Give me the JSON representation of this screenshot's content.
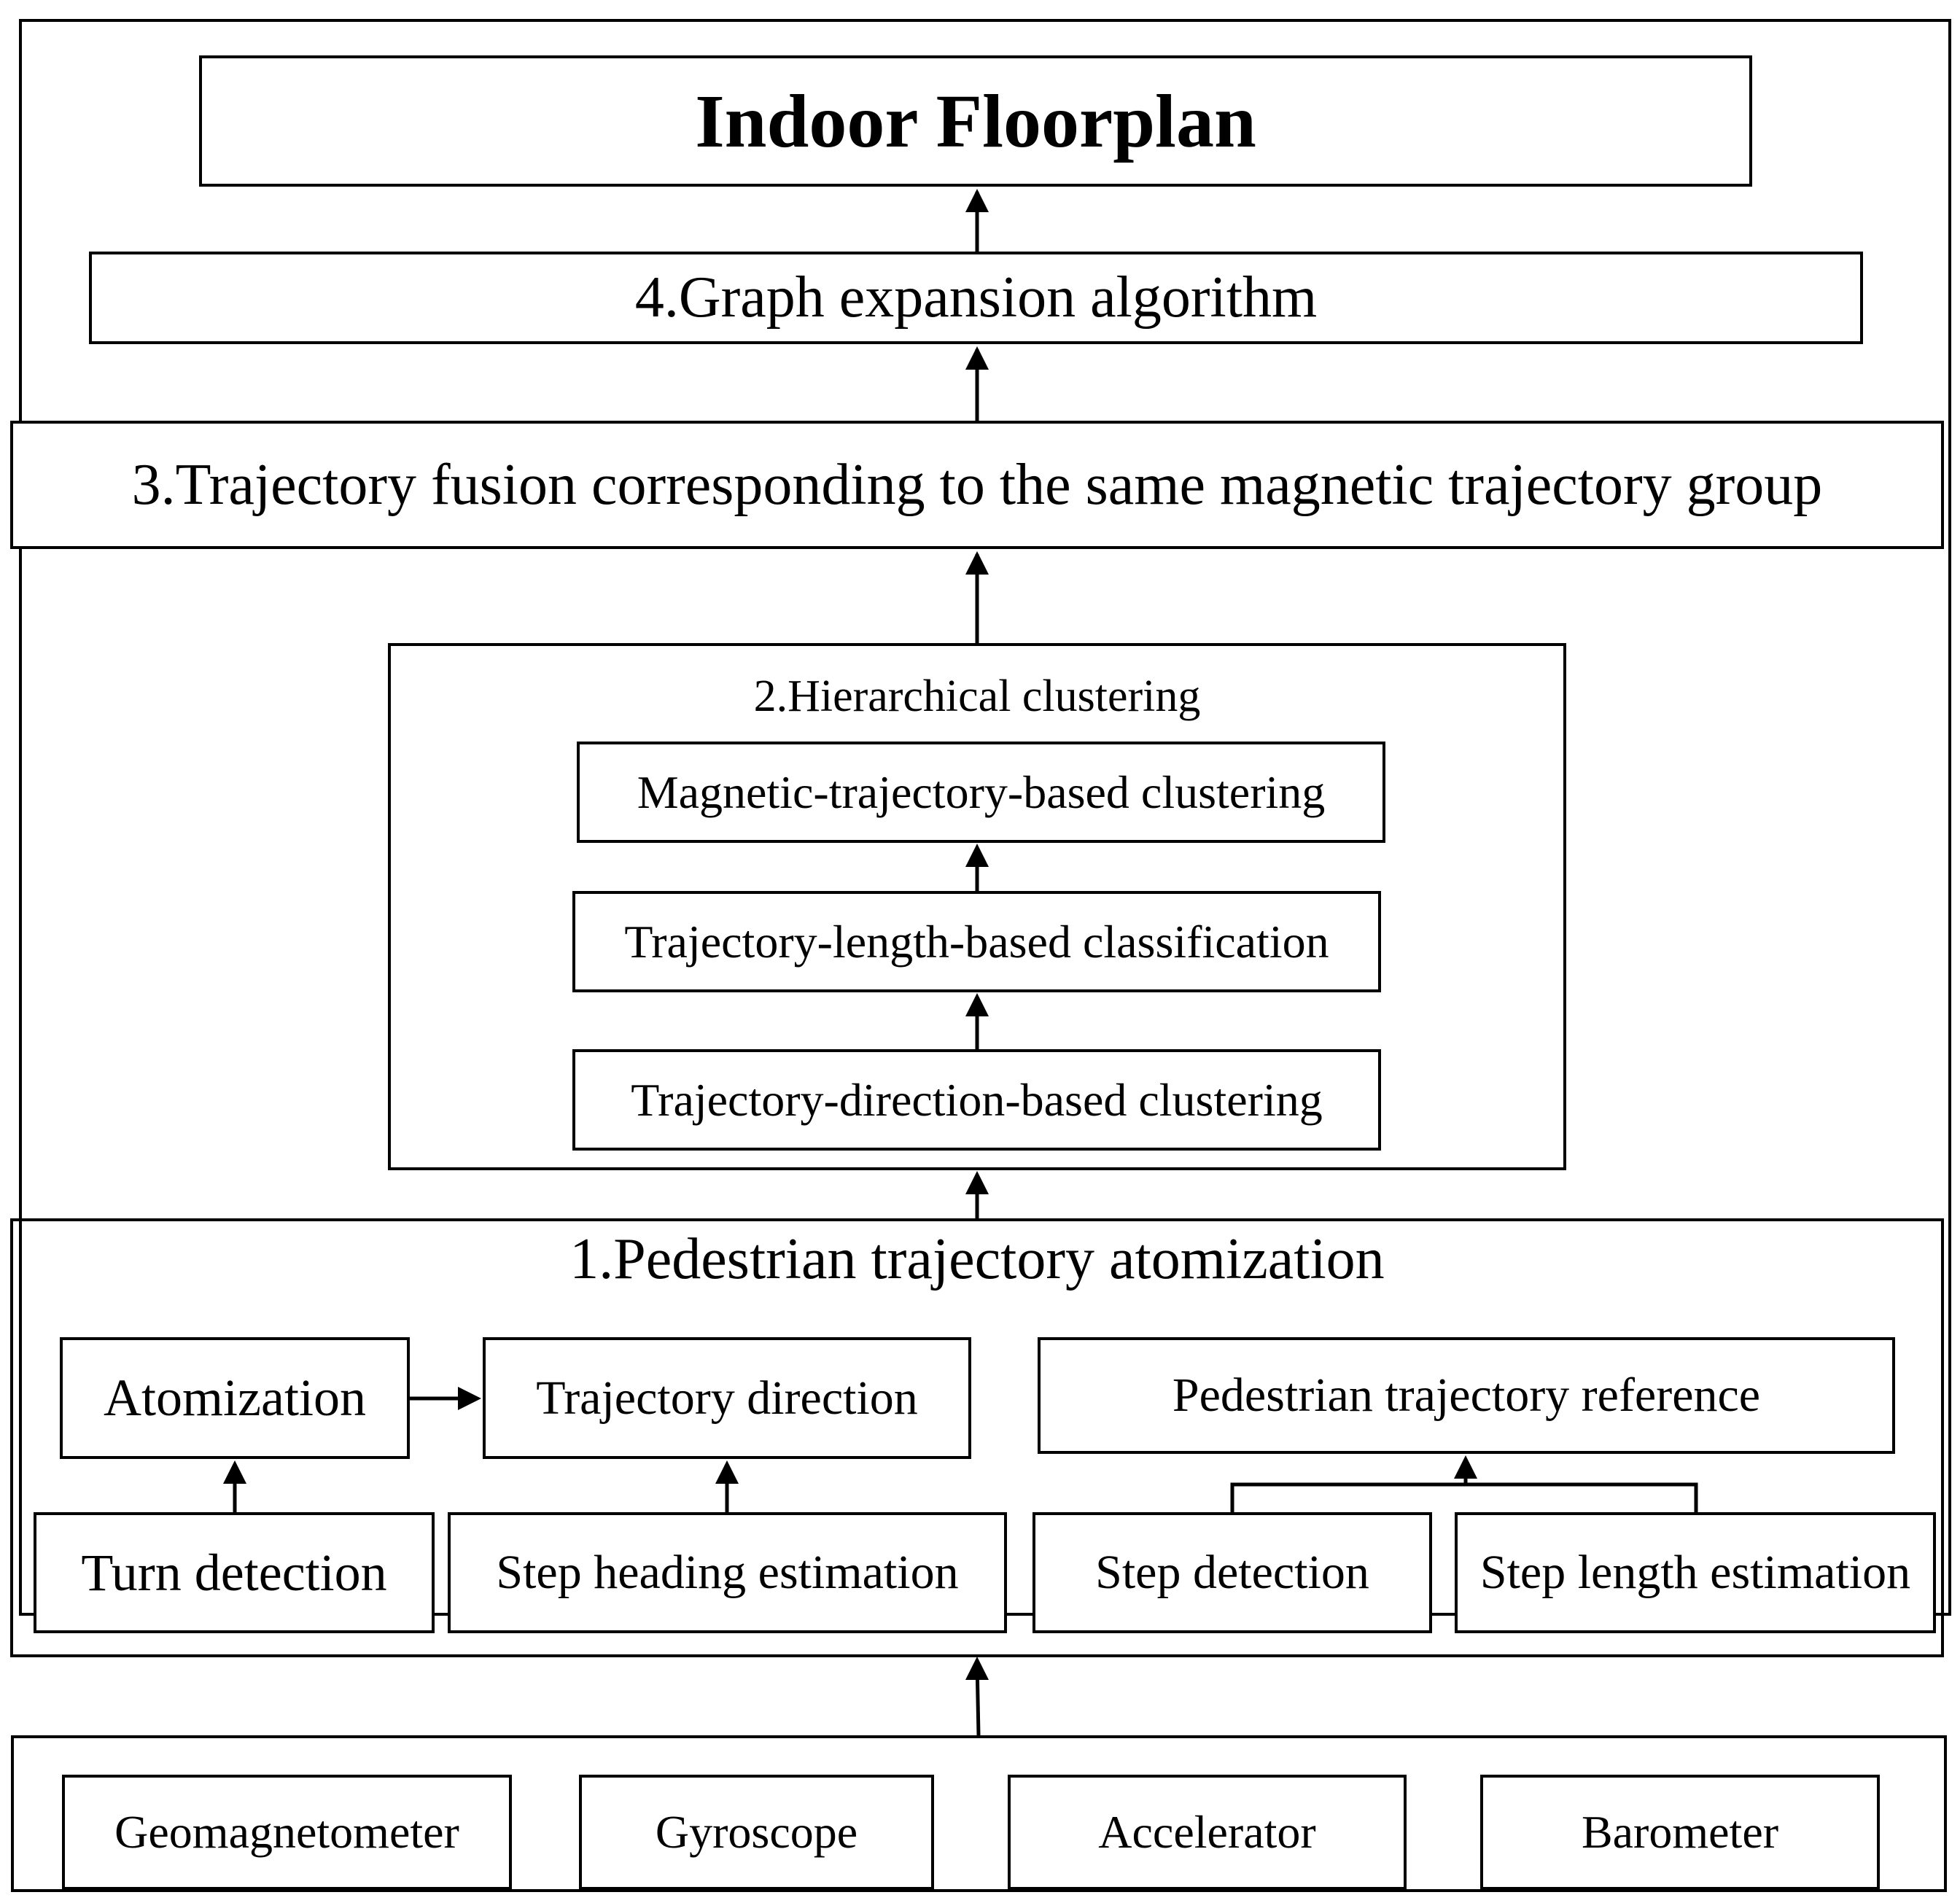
{
  "title": "Indoor Floorplan",
  "step4": "4.Graph expansion algorithm",
  "step3": "3.Trajectory fusion corresponding to the same magnetic trajectory group",
  "step2": {
    "title": "2.Hierarchical clustering",
    "magnetic": "Magnetic-trajectory-based clustering",
    "length": "Trajectory-length-based classification",
    "direction": "Trajectory-direction-based clustering"
  },
  "step1": {
    "title": "1.Pedestrian trajectory atomization",
    "atomization": "Atomization",
    "trajectory_direction": "Trajectory direction",
    "reference": "Pedestrian trajectory reference",
    "turn_detection": "Turn detection",
    "step_heading": "Step heading estimation",
    "step_detection": "Step detection",
    "step_length": "Step length estimation"
  },
  "sensors": {
    "geomagnetometer": "Geomagnetometer",
    "gyroscope": "Gyroscope",
    "accelerator": "Accelerator",
    "barometer": "Barometer"
  }
}
